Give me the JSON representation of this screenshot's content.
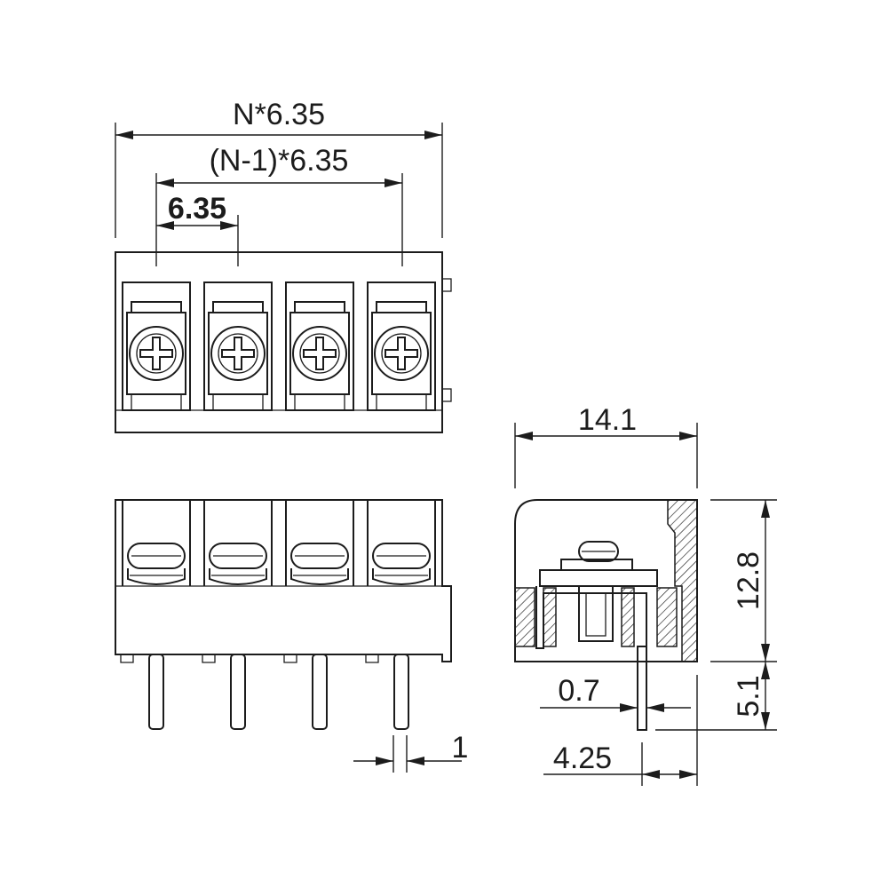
{
  "dimensions": {
    "total_width": "N*6.35",
    "pitch_span": "(N-1)*6.35",
    "pitch": "6.35",
    "pin_width": "1",
    "depth": "14.1",
    "body_height": "12.8",
    "pin_length": "5.1",
    "pin_thickness": "0.7",
    "pin_offset": "4.25"
  },
  "poles": 4
}
